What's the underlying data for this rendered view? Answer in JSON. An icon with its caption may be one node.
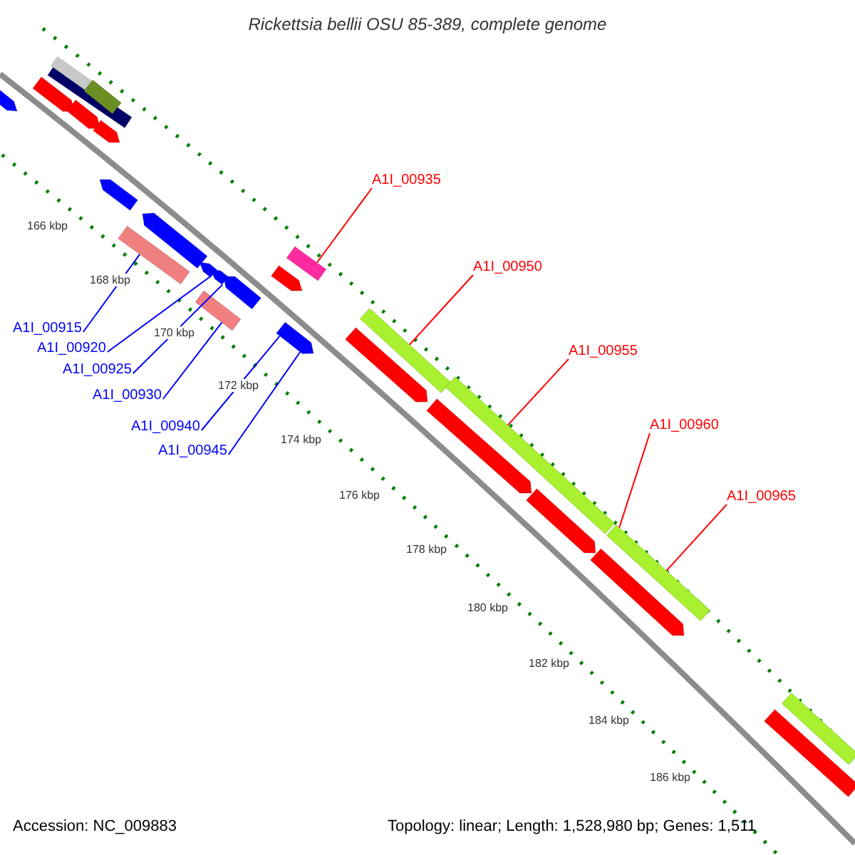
{
  "diagram": {
    "title": "Rickettsia bellii OSU 85-389, complete genome",
    "nodes": [
      {
        "text": [
          "A1I_00935"
        ]
      },
      {
        "text": [
          "A1I_00950"
        ]
      },
      {
        "text": [
          "A1I_00955"
        ]
      },
      {
        "text": [
          "A1I_00960"
        ]
      },
      {
        "text": [
          "A1I_00965"
        ]
      },
      {
        "text": [
          "A1I_00915"
        ]
      },
      {
        "text": [
          "A1I_00920"
        ]
      },
      {
        "text": [
          "A1I_00925"
        ]
      },
      {
        "text": [
          "A1I_00930"
        ]
      },
      {
        "text": [
          "A1I_00940"
        ]
      },
      {
        "text": [
          "A1I_00945"
        ]
      },
      {
        "text": [],
        "shape": "bar"
      },
      {
        "text": [],
        "shape": "bar"
      },
      {
        "text": [],
        "shape": "bar"
      },
      {
        "text": [],
        "shape": "pentagon"
      },
      {
        "text": [],
        "shape": "pentagon"
      },
      {
        "text": [],
        "shape": "pentagon"
      },
      {
        "text": [],
        "shape": "pentagon"
      },
      {
        "text": [],
        "shape": "bar"
      },
      {
        "text": [],
        "shape": "pentagon"
      },
      {
        "text": [],
        "shape": "bar"
      },
      {
        "text": [],
        "shape": "bar"
      },
      {
        "text": [],
        "shape": "bar"
      },
      {
        "text": [],
        "shape": "pentagon"
      },
      {
        "text": [],
        "shape": "pentagon"
      },
      {
        "text": [],
        "shape": "pentagon"
      },
      {
        "text": [],
        "shape": "pentagon"
      },
      {
        "text": [],
        "shape": "bar"
      },
      {
        "text": [],
        "shape": "bar"
      },
      {
        "text": [],
        "shape": "pentagon"
      },
      {
        "text": [],
        "shape": "pentagon"
      },
      {
        "text": [],
        "shape": "pentagon"
      },
      {
        "text": [],
        "shape": "pentagon"
      },
      {
        "text": [],
        "shape": "pentagon"
      },
      {
        "text": [],
        "shape": "bar"
      },
      {
        "text": [],
        "shape": "bar"
      },
      {
        "text": [],
        "shape": "pentagon"
      }
    ],
    "edges": [
      {
        "from": 0,
        "to": 18,
        "arrow": "none",
        "color": "#ff0000"
      },
      {
        "from": 1,
        "to": 20,
        "arrow": "none",
        "color": "#ff0000"
      },
      {
        "from": 2,
        "to": 21,
        "arrow": "none",
        "color": "#ff0000"
      },
      {
        "from": 3,
        "to": 22,
        "arrow": "none",
        "color": "#ff0000"
      },
      {
        "from": 4,
        "to": 22,
        "arrow": "none",
        "color": "#ff0000"
      },
      {
        "from": 5,
        "to": 34,
        "arrow": "none"
      },
      {
        "from": 6,
        "to": 32,
        "arrow": "none"
      },
      {
        "from": 7,
        "to": 33,
        "arrow": "none"
      },
      {
        "from": 8,
        "to": 35,
        "arrow": "none"
      },
      {
        "from": 9,
        "to": 36,
        "arrow": "none"
      },
      {
        "from": 10,
        "to": 36,
        "arrow": "none"
      }
    ],
    "labels": [
      "166 kbp",
      "168 kbp",
      "170 kbp",
      "172 kbp",
      "174 kbp",
      "176 kbp",
      "178 kbp",
      "180 kbp",
      "182 kbp",
      "184 kbp",
      "186 kbp",
      "Accession: NC_009883",
      "Topology: linear; Length: 1,528,980 bp; Genes: 1,511"
    ]
  }
}
